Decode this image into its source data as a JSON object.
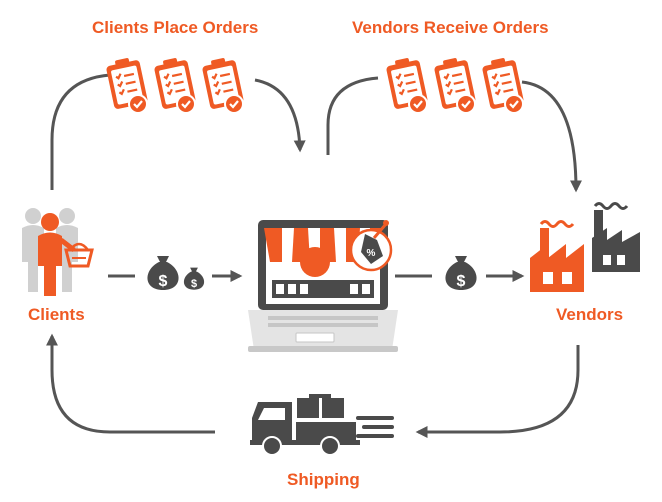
{
  "labels": {
    "clients_place_orders": "Clients Place Orders",
    "vendors_receive_orders": "Vendors Receive Orders",
    "clients": "Clients",
    "vendors": "Vendors",
    "shipping": "Shipping"
  },
  "glyphs": {
    "dollar": "$",
    "percent": "%"
  },
  "colors": {
    "accent": "#ef5a24",
    "dark": "#4a4a4a",
    "arrow": "#555555",
    "light_gray": "#d0d0d0"
  },
  "icons": [
    "clipboard-check-icon",
    "people-icon",
    "money-bag-icon",
    "laptop-store-icon",
    "discount-tag-icon",
    "factory-icon",
    "truck-icon"
  ]
}
